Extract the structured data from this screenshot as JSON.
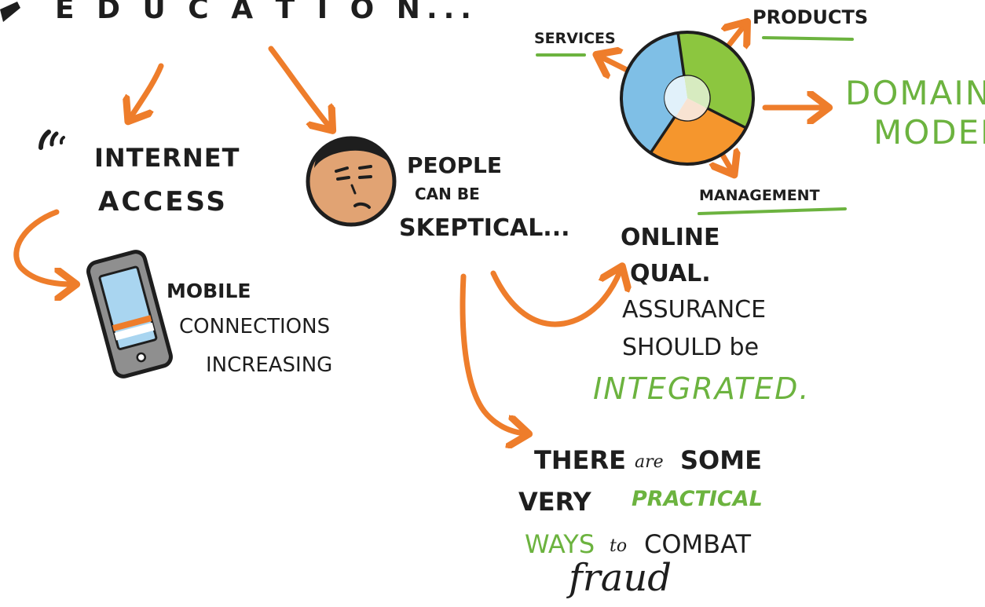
{
  "colors": {
    "ink": "#1e1e1e",
    "accent_orange": "#ee7d2b",
    "accent_green": "#6cb33f",
    "blue": "#7fbfe6",
    "skin": "#e1a373"
  },
  "header": {
    "title": "E D U C A T I O N..."
  },
  "internet": {
    "line1": "INTERNET",
    "line2": "ACCESS",
    "icon": "wifi-icon"
  },
  "mobile": {
    "line1": "MOBILE",
    "line2": "CONNECTIONS",
    "line3": "INCREASING",
    "icon": "phone-icon"
  },
  "people": {
    "line1": "PEOPLE",
    "line2": "CAN BE",
    "line3": "SKEPTICAL...",
    "icon": "skeptical-face-icon"
  },
  "domains": {
    "services": "SERVICES",
    "products": "PRODUCTS",
    "management": "MANAGEMENT",
    "result_line1": "DOMAINS",
    "result_line2": "MODEL."
  },
  "online_qa": {
    "line1": "ONLINE",
    "line2": "QUAL.",
    "line3": "ASSURANCE",
    "line4": "SHOULD be",
    "line5": "INTEGRATED."
  },
  "fraud": {
    "w1": "THERE",
    "w2": "are",
    "w3": "SOME",
    "w4": "VERY",
    "w5": "PRACTICAL",
    "w6": "WAYS",
    "w7": "to",
    "w8": "COMBAT",
    "w9": "fraud"
  }
}
